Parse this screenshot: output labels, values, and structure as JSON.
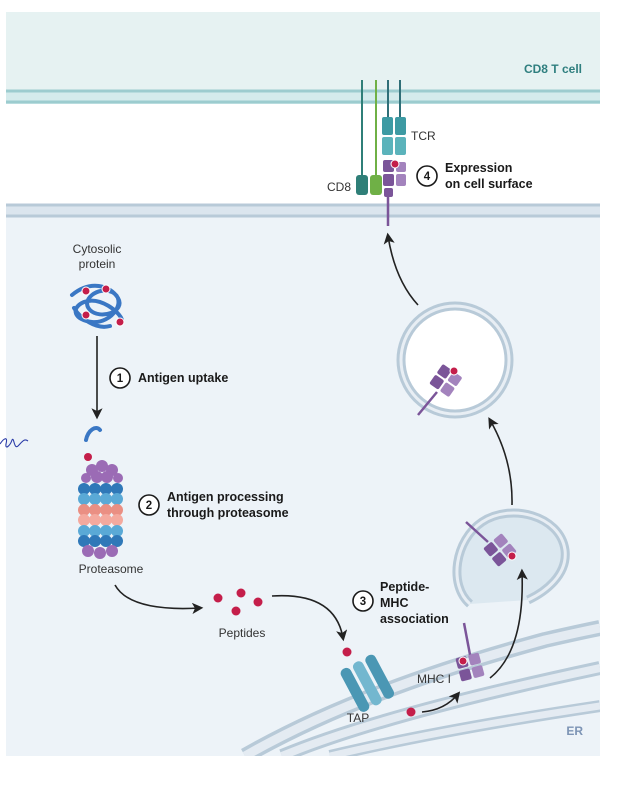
{
  "regions": {
    "t_cell": "CD8 T cell",
    "er": "ER"
  },
  "labels": {
    "tcr": "TCR",
    "cd8": "CD8",
    "cytosolic_protein_line1": "Cytosolic",
    "cytosolic_protein_line2": "protein",
    "proteasome": "Proteasome",
    "peptides": "Peptides",
    "tap": "TAP",
    "mhc_i": "MHC I"
  },
  "steps": [
    {
      "number": "1",
      "line1": "Antigen uptake",
      "line2": ""
    },
    {
      "number": "2",
      "line1": "Antigen processing",
      "line2": "through proteasome"
    },
    {
      "number": "3",
      "line1": "Peptide-",
      "line2": "MHC",
      "line3": "association"
    },
    {
      "number": "4",
      "line1": "Expression",
      "line2": "on cell surface"
    }
  ],
  "colors": {
    "t_cell_bg": "#e6f2f2",
    "cell_bg": "#edf3f8",
    "tcell_membrane": "#9ccccf",
    "cell_membrane": "#b8cad8",
    "er_membrane": "#b8cad8",
    "mhc": "#7b5599",
    "peptide": "#c41e4a",
    "tcr": "#3d9aa3",
    "cd8_teal": "#2f7f78",
    "cd8_green": "#6fb046",
    "protein": "#3a77c4",
    "tap": "#4b97b4",
    "arrow": "#222222",
    "er_label": "#7d94b5",
    "tap_label": "#3d8fb0",
    "mhc_label": "#6a4a92"
  }
}
